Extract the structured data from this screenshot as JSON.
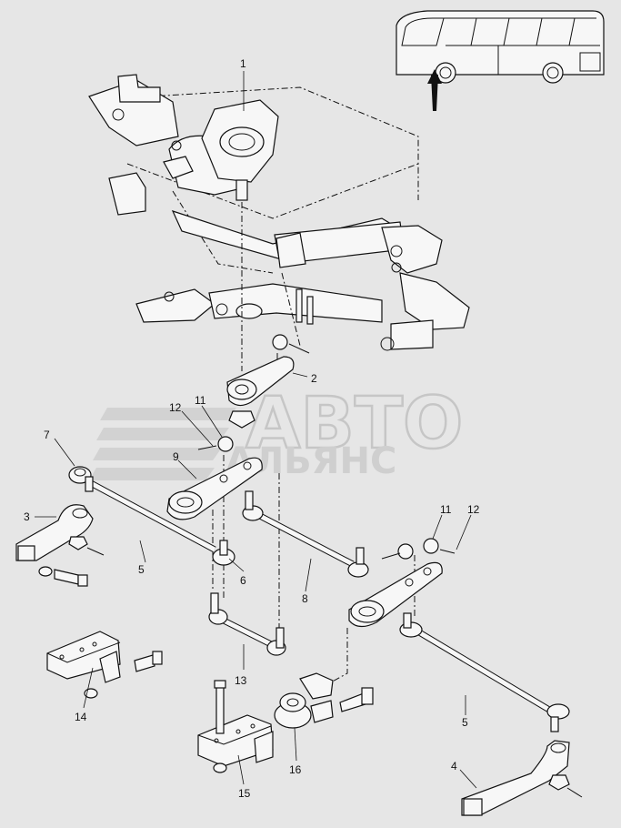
{
  "watermark": {
    "line1": "АВТО",
    "line2": "АЛЬЯНС"
  },
  "callouts": [
    {
      "id": "c1",
      "text": "1"
    },
    {
      "id": "c2",
      "text": "2"
    },
    {
      "id": "c3",
      "text": "3"
    },
    {
      "id": "c4",
      "text": "4"
    },
    {
      "id": "c5a",
      "text": "5"
    },
    {
      "id": "c5b",
      "text": "5"
    },
    {
      "id": "c6",
      "text": "6"
    },
    {
      "id": "c7",
      "text": "7"
    },
    {
      "id": "c8",
      "text": "8"
    },
    {
      "id": "c9",
      "text": "9"
    },
    {
      "id": "c11a",
      "text": "11"
    },
    {
      "id": "c11b",
      "text": "11"
    },
    {
      "id": "c12a",
      "text": "12"
    },
    {
      "id": "c12b",
      "text": "12"
    },
    {
      "id": "c13",
      "text": "13"
    },
    {
      "id": "c14",
      "text": "14"
    },
    {
      "id": "c15",
      "text": "15"
    },
    {
      "id": "c16",
      "text": "16"
    }
  ],
  "colors": {
    "background": "#e6e6e6",
    "line": "#111111",
    "watermark": "#cfcfcf",
    "part_fill": "#f7f7f7"
  }
}
